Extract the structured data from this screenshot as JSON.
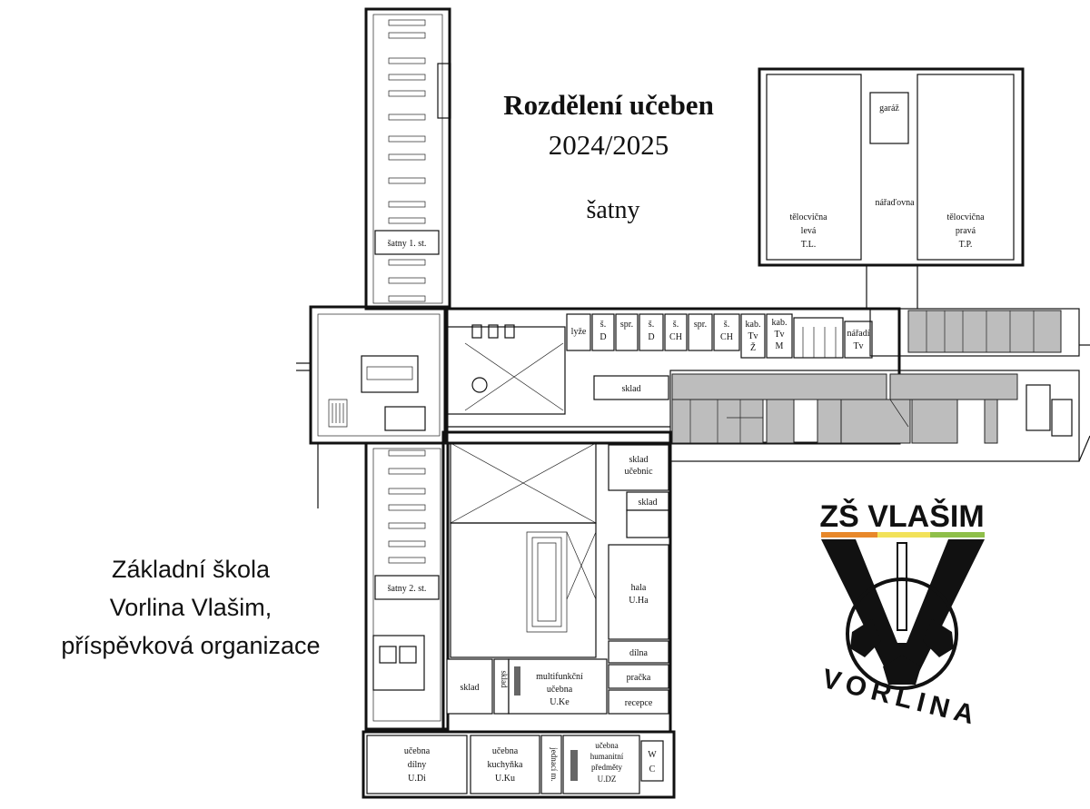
{
  "header": {
    "title": "Rozdělení učeben",
    "year": "2024/2025",
    "wardrobes": "šatny"
  },
  "school": {
    "line1": "Základní škola",
    "line2": "Vorlina Vlašim,",
    "line3": "příspěvková organizace"
  },
  "logo": {
    "top": "ZŠ VLAŠIM",
    "bottom": "VORLINA",
    "stripe_colors": [
      "#e8882a",
      "#f2e25a",
      "#8fbf4a"
    ]
  },
  "rooms": {
    "satny1": "šatny 1. st.",
    "satny2": "šatny 2. st.",
    "garaz": "garáž",
    "naradovna": "nářaďovna",
    "tl": [
      "tělocvična",
      "levá",
      "T.L."
    ],
    "tp": [
      "tělocvična",
      "pravá",
      "T.P."
    ],
    "lyze": "lyže",
    "sd1": [
      "š.",
      "D"
    ],
    "spr1": "spr.",
    "sd2": [
      "š.",
      "D"
    ],
    "sch1": [
      "š.",
      "CH"
    ],
    "spr2": "spr.",
    "sch2": [
      "š.",
      "CH"
    ],
    "kabtvz": [
      "kab.",
      "Tv",
      "Ž"
    ],
    "kabtvm": [
      "kab.",
      "Tv",
      "M"
    ],
    "naraditv": [
      "nářadí",
      "Tv"
    ],
    "sklad_top": "sklad",
    "sklad_ucebnic": [
      "sklad",
      "učebnic"
    ],
    "sklad_small": "sklad",
    "hala": [
      "hala",
      "U.Ha"
    ],
    "dilna": "dílna",
    "pracka": "pračka",
    "recepce": "recepce",
    "sklad_bottom": "sklad",
    "sklad_vertical": "sklad",
    "multi": [
      "multifunkční",
      "učebna",
      "U.Ke"
    ],
    "ucebna_dilny": [
      "učebna",
      "dílny",
      "U.Di"
    ],
    "ucebna_kuchynka": [
      "učebna",
      "kuchyňka",
      "U.Ku"
    ],
    "jednaci": "jednací m.",
    "ucebna_humanitni": [
      "učebna",
      "humanitní",
      "předměty",
      "U.DZ"
    ],
    "wc": [
      "W",
      "C"
    ]
  }
}
